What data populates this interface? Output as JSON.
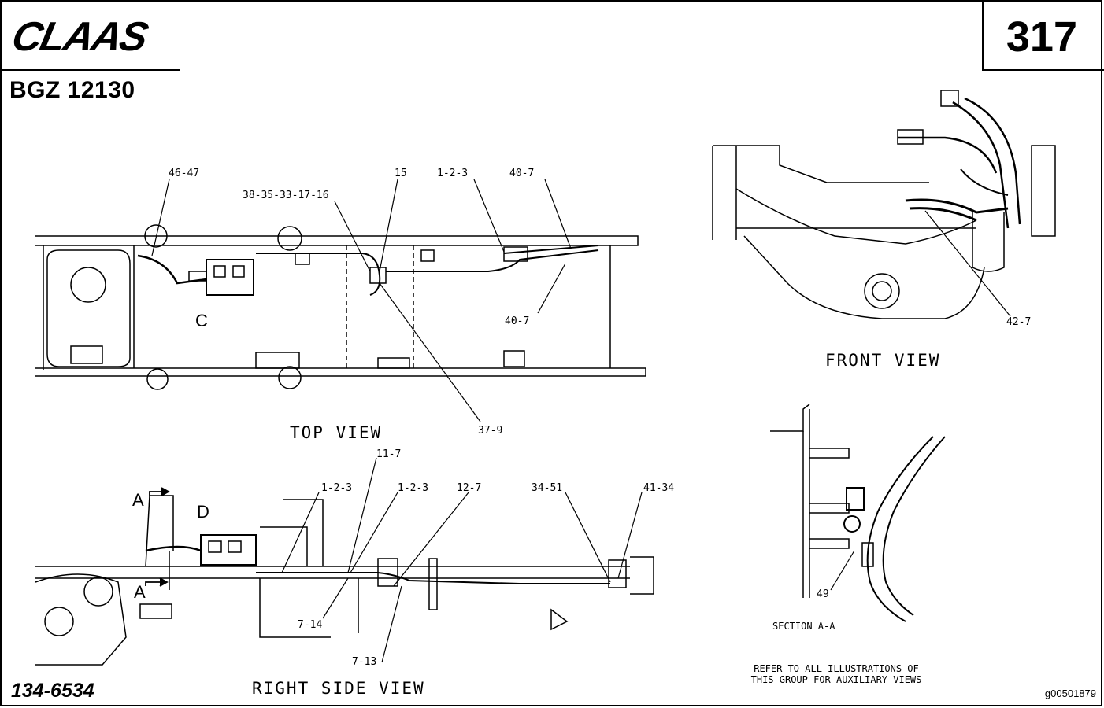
{
  "header": {
    "brand": "CLAAS",
    "model": "BGZ 12130",
    "page_number": "317"
  },
  "footer": {
    "part_number": "134-6534",
    "image_code": "g00501879",
    "note_line1": "REFER TO ALL ILLUSTRATIONS OF",
    "note_line2": "THIS GROUP FOR AUXILIARY VIEWS"
  },
  "views": {
    "top": "TOP VIEW",
    "front": "FRONT VIEW",
    "right_side": "RIGHT SIDE VIEW",
    "section": "SECTION A-A"
  },
  "callouts": {
    "c46_47": "46-47",
    "c38_16": "38-35-33-17-16",
    "c15": "15",
    "c1_2_3_top": "1-2-3",
    "c40_7_top": "40-7",
    "c40_7_bottom": "40-7",
    "c37_9": "37-9",
    "c42_7": "42-7",
    "c11_7": "11-7",
    "c1_2_3_side_a": "1-2-3",
    "c1_2_3_side_b": "1-2-3",
    "c12_7": "12-7",
    "c34_51": "34-51",
    "c41_34": "41-34",
    "c7_14": "7-14",
    "c7_13": "7-13",
    "c49": "49"
  },
  "letters": {
    "c": "C",
    "d": "D",
    "a_top": "A",
    "a_bottom": "A"
  }
}
